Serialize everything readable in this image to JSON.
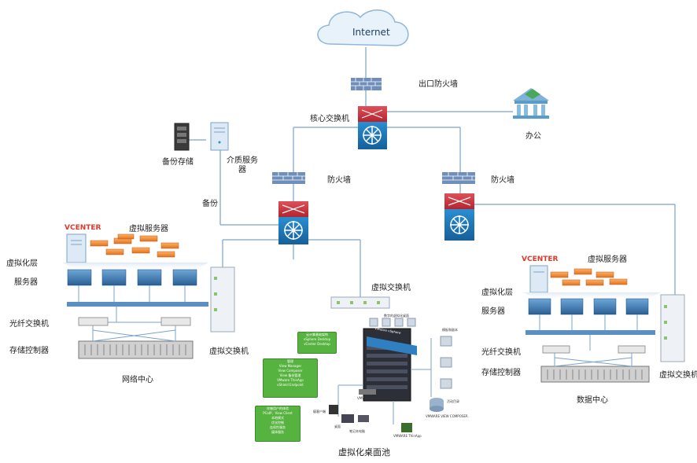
{
  "internet": "Internet",
  "labels": {
    "exit_firewall": "出口防火墙",
    "core_switch": "核心交换机",
    "office": "办公",
    "backup_storage": "备份存储",
    "media_server": "介质服务器",
    "firewall_left": "防火墙",
    "firewall_right": "防火墙",
    "backup": "备份",
    "vcenter_left": "VCENTER",
    "vcenter_right": "VCENTER",
    "vserver_left": "虚拟服务器",
    "vserver_right": "虚拟服务器",
    "virt_layer_left": "虚拟化层",
    "virt_layer_right": "虚拟化层",
    "server_left": "服务器",
    "server_right": "服务器",
    "fc_switch_left": "光纤交换机",
    "fc_switch_right": "光纤交换机",
    "storage_ctrl_left": "存储控制器",
    "storage_ctrl_right": "存储控制器",
    "vswitch_left": "虚拟交换机",
    "vswitch_center": "虚拟交换机",
    "vswitch_right": "虚拟交换机",
    "network_center": "网络中心",
    "data_center": "数据中心",
    "vdi_pool": "虚拟化桌面池"
  },
  "vdi": {
    "box1": [
      "云计算基础架构",
      "vSphere Desktop",
      "vCenter Desktop"
    ],
    "box2": [
      "管理",
      "View Manager",
      "View Composer",
      "View 备份管理",
      "VMware ThinApp",
      "vShield Endpoint"
    ],
    "box3": [
      "终端用户的体验",
      "PCoIP、View Client",
      "本地模式",
      "优化控制",
      "连续性服务",
      "媒体服务"
    ],
    "rack_label": "VMware vSphere",
    "top_note": "数字的虚拟化桌面",
    "side_note": "模板和副本",
    "manager": "VMWARE VIEW MANAGER",
    "composer": "VMWARE VIEW COMPOSER",
    "thinapp": "VMWARE ThinApp",
    "ad": "活动目录",
    "client1": "瘦客户端",
    "client2": "桌面",
    "client3": "笔记本电脑"
  },
  "colors": {
    "line": "#7aa3c8",
    "router_red": "#c8313a",
    "router_blue": "#1c78b8",
    "server_blue": "#2f6fa8",
    "green_box": "#57b33f",
    "vcenter": "#e0392b"
  }
}
